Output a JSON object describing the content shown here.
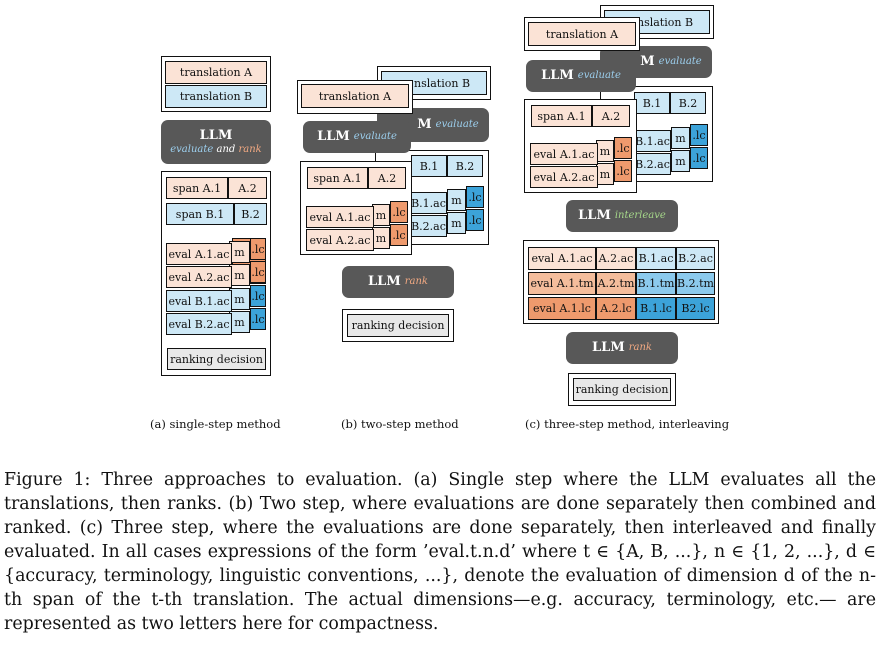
{
  "panels": {
    "a": {
      "translations": [
        "translation A",
        "translation B"
      ],
      "llm": {
        "title": "LLM",
        "sub": [
          "evaluate",
          "and",
          "rank"
        ]
      },
      "spans": [
        [
          "span A.1",
          "A.2"
        ],
        [
          "span B.1",
          "B.2"
        ]
      ],
      "evals_a": [
        "eval A.1.ac",
        "eval A.2.ac"
      ],
      "evals_b": [
        "eval B.1.ac",
        "eval B.2.ac"
      ],
      "tail_tm": "m",
      "tail_lc": ".lc",
      "decision": "ranking decision",
      "caption": "(a) single-step method"
    },
    "b": {
      "translation_a": "translation A",
      "translation_b_partial": "nslation B",
      "llm_eval": {
        "title": "LLM",
        "sub": "evaluate",
        "back_title": "M",
        "back_sub": "evaluate"
      },
      "spans_a": [
        "span A.1",
        "A.2"
      ],
      "spans_b": [
        "B.1",
        "B.2"
      ],
      "evals_a": [
        "eval A.1.ac",
        "eval A.2.ac"
      ],
      "evals_b": [
        "B.1.ac",
        "B.2.ac"
      ],
      "tail_tm": "m",
      "tail_lc": ".lc",
      "llm_rank": {
        "title": "LLM",
        "sub": "rank"
      },
      "decision": "ranking decision",
      "caption": "(b) two-step method"
    },
    "c": {
      "translation_a": "translation A",
      "translation_b_partial": "nslation B",
      "llm_eval": {
        "title": "LLM",
        "sub": "evaluate",
        "back_title": "M",
        "back_sub": "evaluate"
      },
      "spans_a": [
        "span A.1",
        "A.2"
      ],
      "spans_b": [
        "B.1",
        "B.2"
      ],
      "evals_a": [
        "eval A.1.ac",
        "eval A.2.ac"
      ],
      "evals_b": [
        "B.1.ac",
        "B.2.ac"
      ],
      "tail_tm": "m",
      "tail_lc": ".lc",
      "llm_interleave": {
        "title": "LLM",
        "sub": "interleave"
      },
      "grid": [
        [
          "eval A.1.ac",
          "A.2.ac",
          "B.1.ac",
          "B.2.ac"
        ],
        [
          "eval A.1.tm",
          "A.2.tm",
          "B.1.tm",
          "B.2.tm"
        ],
        [
          "eval A.1.lc",
          "A.2.lc",
          "B.1.lc",
          "B2.lc"
        ]
      ],
      "llm_rank": {
        "title": "LLM",
        "sub": "rank"
      },
      "decision": "ranking decision",
      "caption": "(c) three-step method, interleaving"
    }
  },
  "caption": "Figure 1: Three approaches to evaluation. (a) Single step where the LLM evaluates all the translations, then ranks. (b) Two step, where evaluations are done separately then combined and ranked. (c) Three step, where the evaluations are done separately, then interleaved and finally evaluated. In all cases expressions of the form ’eval.t.n.d’ where t ∈ {A, B, ...}, n ∈ {1, 2, ...}, d ∈ {accuracy, terminology, linguistic conventions, ...}, denote the evaluation of dimension d of the n-th span of the t-th translation. The actual dimensions—e.g. accuracy, terminology, etc.— are represented as two letters here for compactness."
}
